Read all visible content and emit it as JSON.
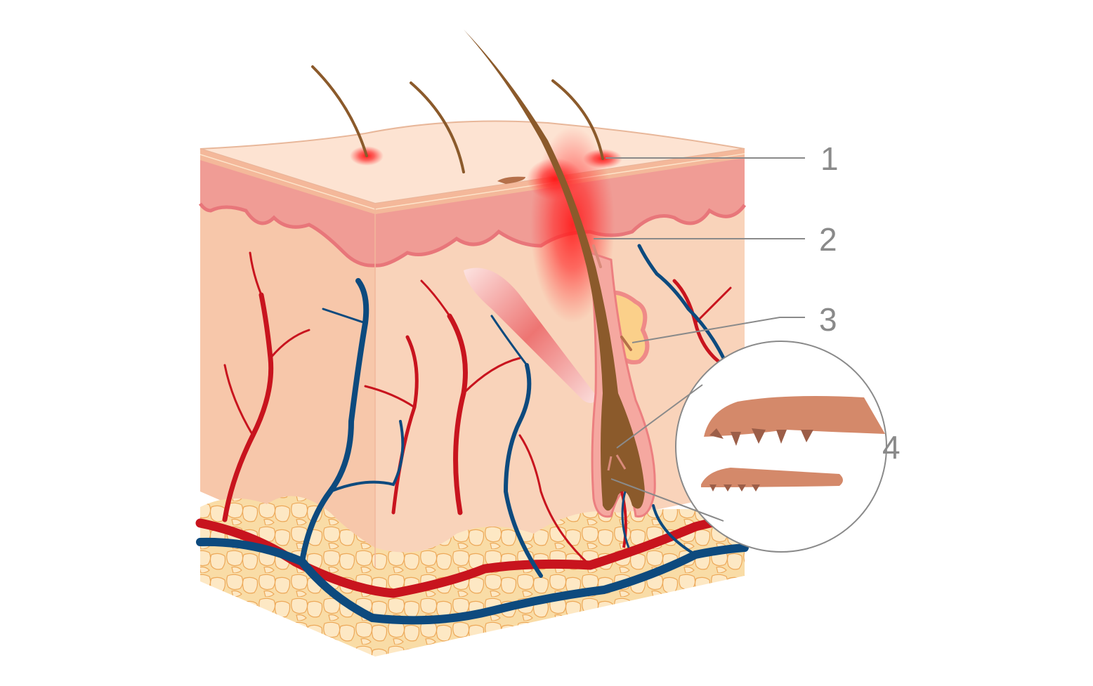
{
  "diagram": {
    "subject": "skin cross-section with hair follicles and Demodex mites",
    "labels": [
      {
        "id": "1",
        "text": "1",
        "points_to": "inflamed hair pore on skin surface"
      },
      {
        "id": "2",
        "text": "2",
        "points_to": "mite in upper hair follicle"
      },
      {
        "id": "3",
        "text": "3",
        "points_to": "mite in sebaceous gland"
      },
      {
        "id": "4",
        "text": "4",
        "points_to": "magnified Demodex mites"
      }
    ],
    "colors": {
      "background": "#ffffff",
      "skin_surface": "#fde3d2",
      "epidermis": "#f0a09a",
      "dermis": "#f8cdb2",
      "fat": "#f9d79a",
      "artery": "#c8141e",
      "vein": "#0d4a7e",
      "hair": "#8b5a2b",
      "inflammation": "#ff2020",
      "mite": "#d4896a",
      "leader_line": "#8a8a8a"
    }
  }
}
